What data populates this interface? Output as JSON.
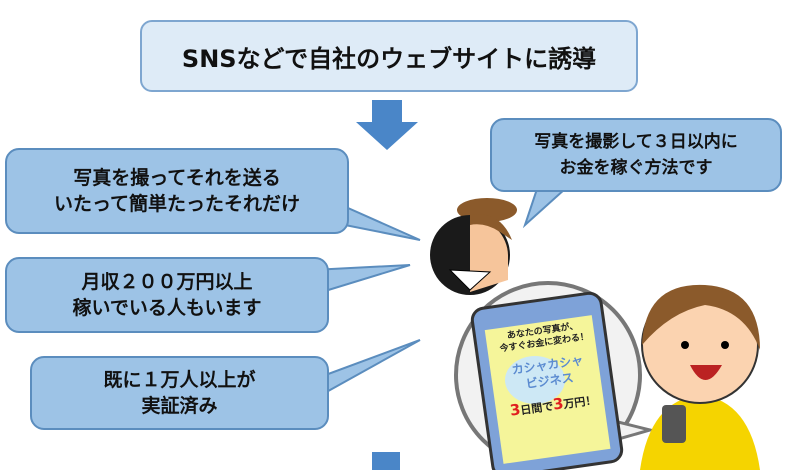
{
  "header": {
    "text": "SNSなどで自社のウェブサイトに誘導"
  },
  "left_bubbles": [
    {
      "line1": "写真を撮ってそれを送る",
      "line2": "いたって簡単たったそれだけ"
    },
    {
      "line1": "月収２００万円以上",
      "line2": "稼いでいる人もいます"
    },
    {
      "line1": "既に１万人以上が",
      "line2": "実証済み"
    }
  ],
  "right_bubble": {
    "line1": "写真を撮影して３日以内に",
    "line2": "お金を稼ぐ方法です"
  },
  "phone": {
    "line1": "あなたの写真が、",
    "line2": "今すぐお金に変わる！",
    "logo1": "カシャカシャ",
    "logo2": "ビジネス",
    "num1": "3",
    "t1": "日間で",
    "num2": "3",
    "t2": "万円！"
  },
  "colors": {
    "bubble": "#9DC3E6",
    "header": "#DEEBF7",
    "arrow": "#4A86C8"
  }
}
